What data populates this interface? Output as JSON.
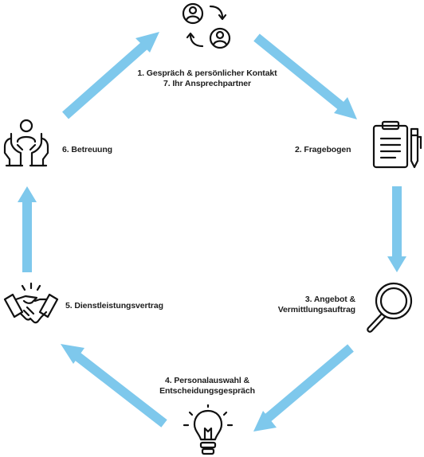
{
  "steps": {
    "step1_line1": "1. Gespräch & persönlicher Kontakt",
    "step1_line2": "7. Ihr Ansprechpartner",
    "step2": "2. Fragebogen",
    "step3_line1": "3. Angebot &",
    "step3_line2": "Vermittlungsauftrag",
    "step4_line1": "4. Personalauswahl &",
    "step4_line2": "Entscheidungsgespräch",
    "step5": "5. Dienstleistungsvertrag",
    "step6": "6. Betreuung"
  },
  "icons": {
    "step1": "person-exchange-icon",
    "step2": "clipboard-pen-icon",
    "step3": "magnifier-icon",
    "step4": "lightbulb-icon",
    "step5": "handshake-icon",
    "step6": "person-care-hands-icon"
  },
  "colors": {
    "arrow": "#7ec8ec",
    "text": "#1d1d1d",
    "icon": "#111111"
  }
}
